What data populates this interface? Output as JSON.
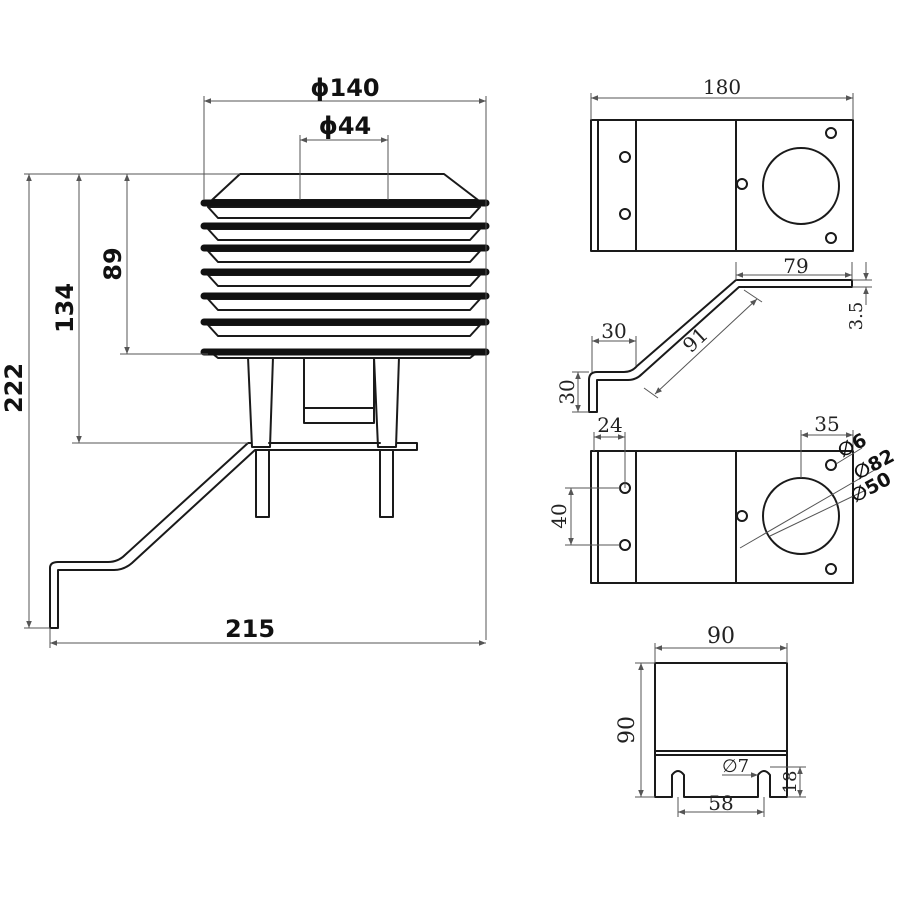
{
  "main_view": {
    "dim_outer_diameter": "ϕ140",
    "dim_inner_diameter": "ϕ44",
    "dim_shield_height": "89",
    "dim_mid_height": "134",
    "dim_total_height": "222",
    "dim_total_width": "215"
  },
  "bracket_top": {
    "dim_length": "180"
  },
  "bracket_side": {
    "dim_top_length": "79",
    "dim_thickness": "3.5",
    "dim_foot_width": "30",
    "dim_foot_height": "30",
    "dim_slope_length": "91"
  },
  "bracket_bottom": {
    "dim_edge_offset": "24",
    "dim_hole_spacing": "40",
    "dim_corner_offset": "35",
    "dim_small_hole": "∅6",
    "dim_hole_82": "∅82",
    "dim_hole_50": "∅50"
  },
  "clamp_view": {
    "dim_width": "90",
    "dim_height": "90",
    "dim_slot_diameter": "∅7",
    "dim_slot_depth": "18",
    "dim_slot_spacing": "58"
  }
}
